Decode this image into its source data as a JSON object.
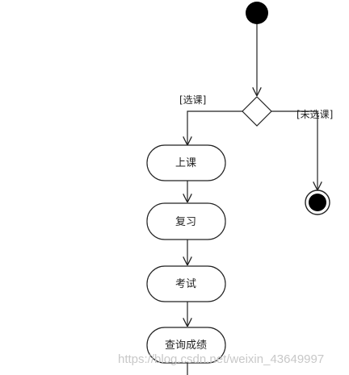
{
  "diagram": {
    "guards": {
      "left": "[选课]",
      "right": "[未选课]"
    },
    "activities": [
      "上课",
      "复习",
      "考试",
      "查询成绩"
    ]
  },
  "watermark": "https://blog.csdn.net/weixin_43649997"
}
